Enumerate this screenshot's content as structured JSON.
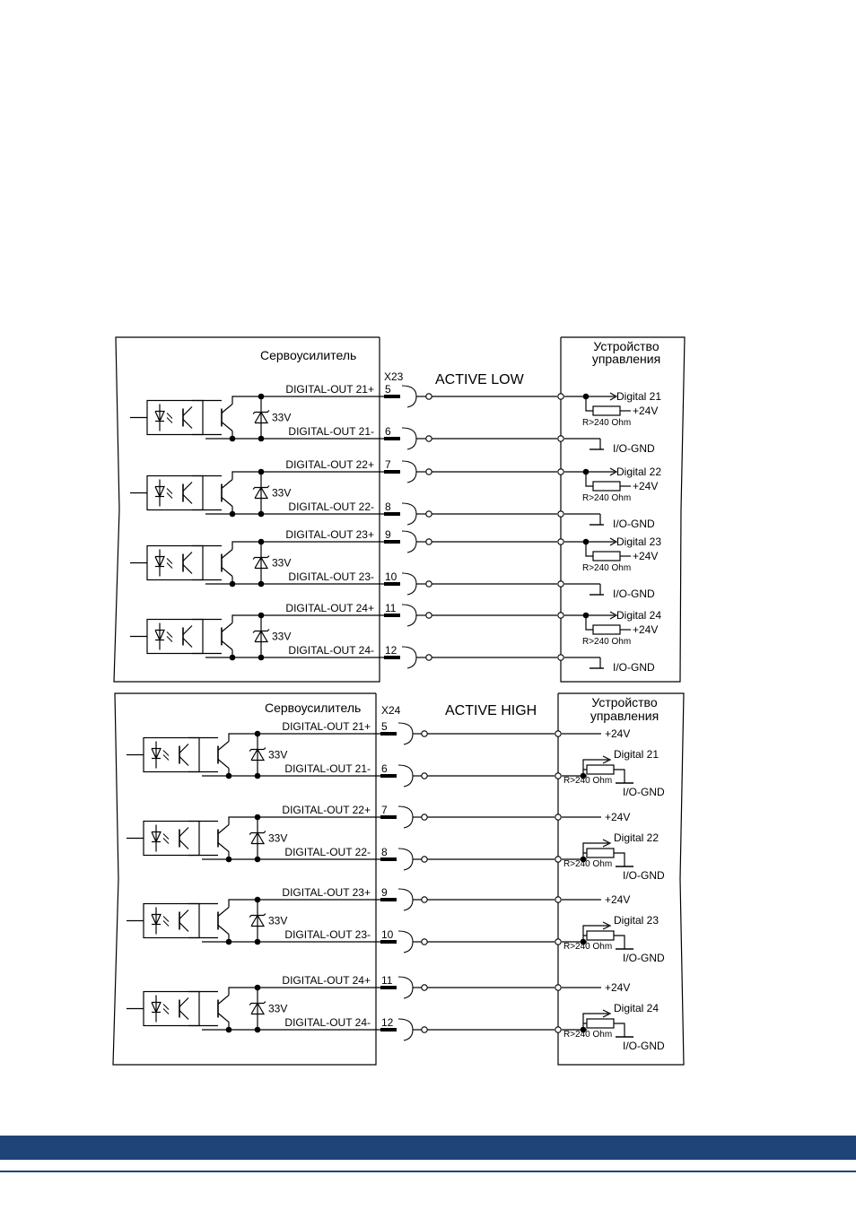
{
  "colors": {
    "footer_band": "#1f4478",
    "line": "#000000"
  },
  "panels": [
    {
      "connector": "X23",
      "mode": "ACTIVE LOW",
      "servo_title": "Сервоусилитель",
      "control_title": [
        "Устройство",
        "управления"
      ],
      "channels": [
        {
          "out_plus": "DIGITAL-OUT 21+",
          "out_minus": "DIGITAL-OUT 21-",
          "pin_plus": "5",
          "pin_minus": "6",
          "zener": "33V",
          "input": "Digital 21",
          "supply": "+24V",
          "resistor": "R>240 Ohm",
          "ground": "I/O-GND"
        },
        {
          "out_plus": "DIGITAL-OUT 22+",
          "out_minus": "DIGITAL-OUT 22-",
          "pin_plus": "7",
          "pin_minus": "8",
          "zener": "33V",
          "input": "Digital 22",
          "supply": "+24V",
          "resistor": "R>240 Ohm",
          "ground": "I/O-GND"
        },
        {
          "out_plus": "DIGITAL-OUT 23+",
          "out_minus": "DIGITAL-OUT 23-",
          "pin_plus": "9",
          "pin_minus": "10",
          "zener": "33V",
          "input": "Digital 23",
          "supply": "+24V",
          "resistor": "R>240 Ohm",
          "ground": "I/O-GND"
        },
        {
          "out_plus": "DIGITAL-OUT 24+",
          "out_minus": "DIGITAL-OUT 24-",
          "pin_plus": "11",
          "pin_minus": "12",
          "zener": "33V",
          "input": "Digital 24",
          "supply": "+24V",
          "resistor": "R>240 Ohm",
          "ground": "I/O-GND"
        }
      ]
    },
    {
      "connector": "X24",
      "mode": "ACTIVE HIGH",
      "servo_title": "Сервоусилитель",
      "control_title": [
        "Устройство",
        "управления"
      ],
      "channels": [
        {
          "out_plus": "DIGITAL-OUT 21+",
          "out_minus": "DIGITAL-OUT 21-",
          "pin_plus": "5",
          "pin_minus": "6",
          "zener": "33V",
          "input": "Digital 21",
          "supply": "+24V",
          "resistor": "R>240 Ohm",
          "ground": "I/O-GND"
        },
        {
          "out_plus": "DIGITAL-OUT 22+",
          "out_minus": "DIGITAL-OUT 22-",
          "pin_plus": "7",
          "pin_minus": "8",
          "zener": "33V",
          "input": "Digital 22",
          "supply": "+24V",
          "resistor": "R>240 Ohm",
          "ground": "I/O-GND"
        },
        {
          "out_plus": "DIGITAL-OUT 23+",
          "out_minus": "DIGITAL-OUT 23-",
          "pin_plus": "9",
          "pin_minus": "10",
          "zener": "33V",
          "input": "Digital 23",
          "supply": "+24V",
          "resistor": "R>240 Ohm",
          "ground": "I/O-GND"
        },
        {
          "out_plus": "DIGITAL-OUT 24+",
          "out_minus": "DIGITAL-OUT 24-",
          "pin_plus": "11",
          "pin_minus": "12",
          "zener": "33V",
          "input": "Digital 24",
          "supply": "+24V",
          "resistor": "R>240 Ohm",
          "ground": "I/O-GND"
        }
      ]
    }
  ]
}
